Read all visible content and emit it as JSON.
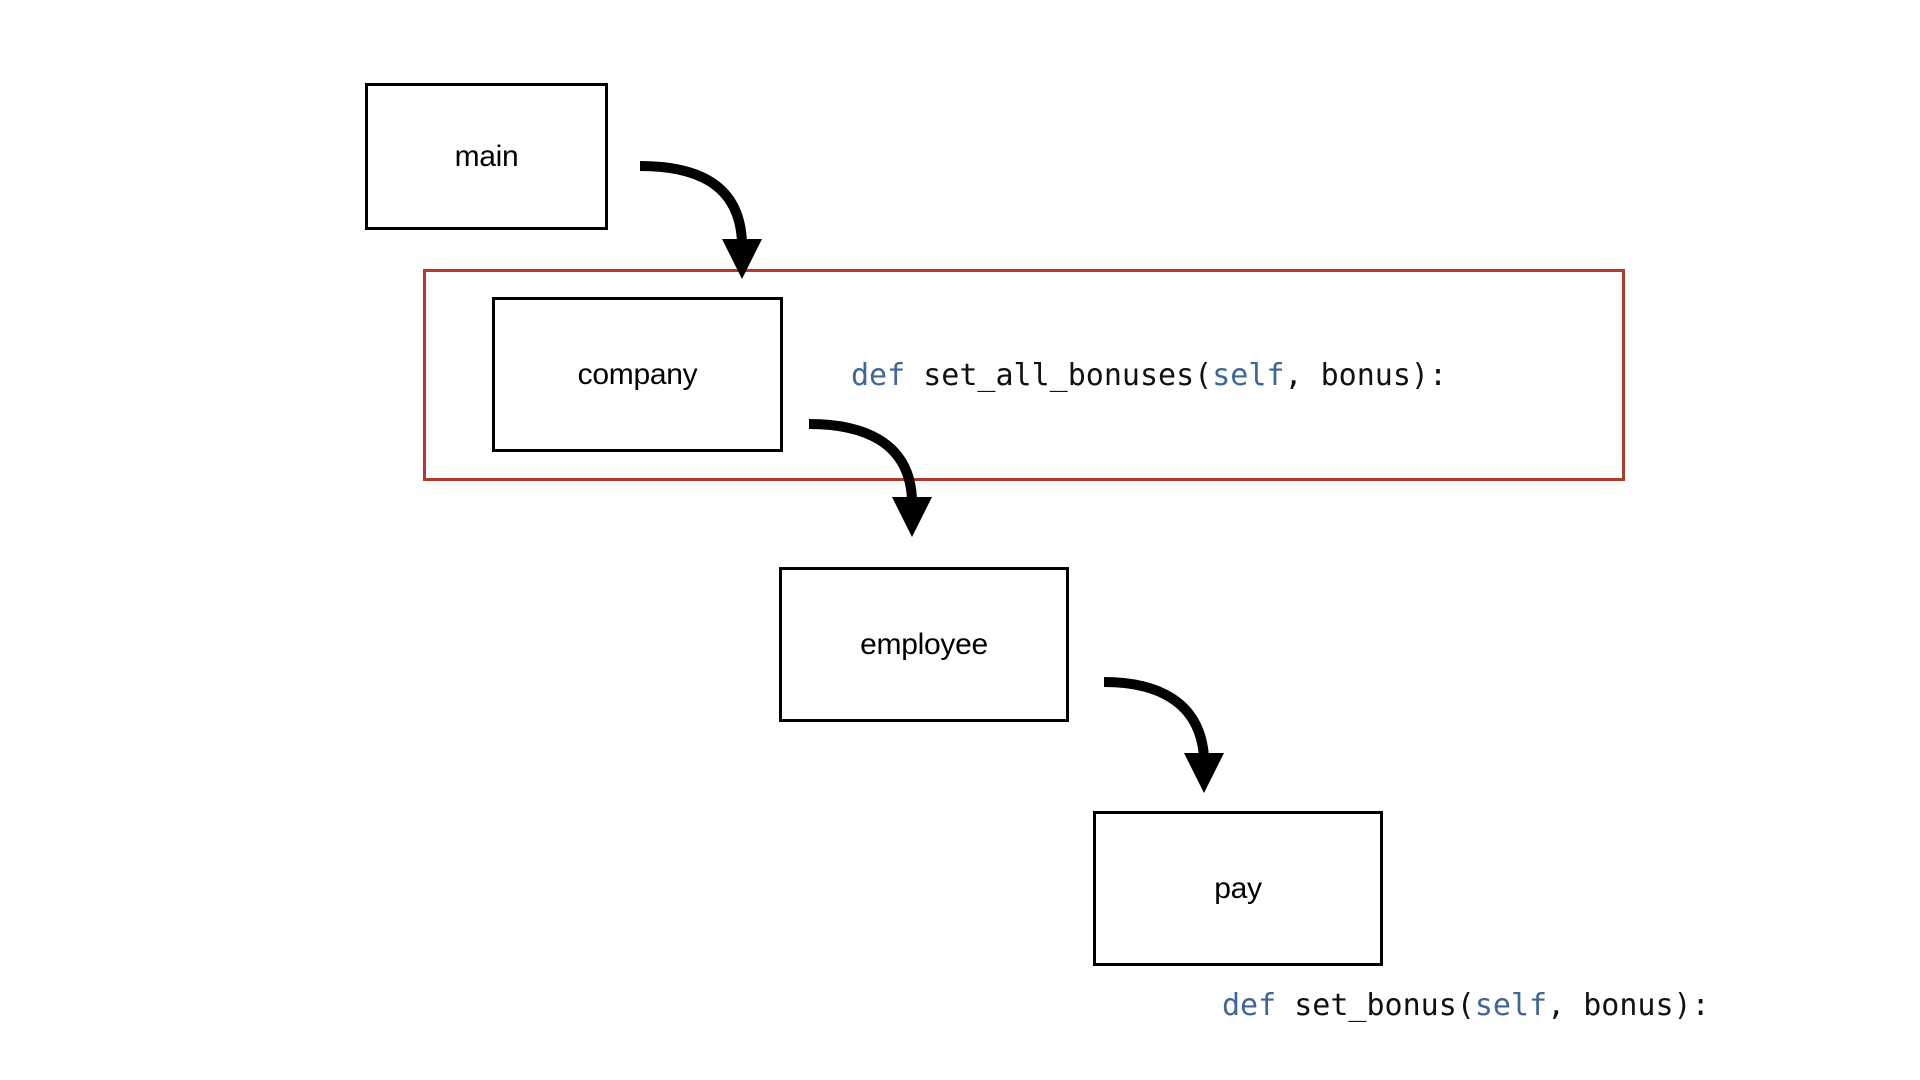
{
  "nodes": {
    "main": "main",
    "company": "company",
    "employee": "employee",
    "pay": "pay"
  },
  "code": {
    "company": {
      "keyword": "def",
      "name": " set_all_bonuses(",
      "self_kw": "self",
      "rest": ", bonus):"
    },
    "pay": {
      "keyword": "def",
      "name": " set_bonus(",
      "self_kw": "self",
      "rest": ", bonus):"
    }
  },
  "colors": {
    "highlight_border": "#b03a2e",
    "keyword": "#3e6696",
    "arrow": "#000000"
  }
}
